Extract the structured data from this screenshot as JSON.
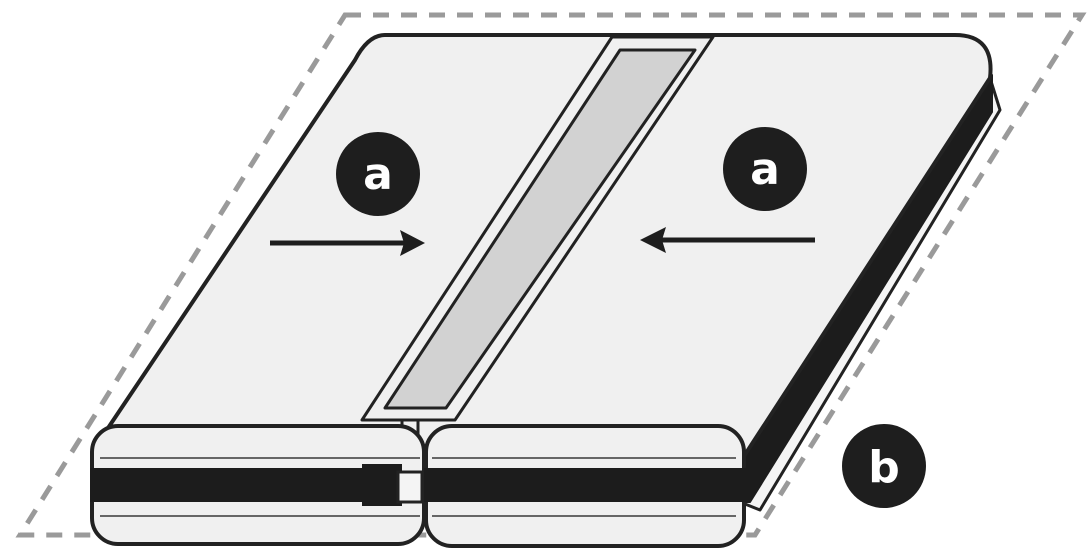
{
  "diagram": {
    "labels": {
      "left_marker": "a",
      "right_marker": "a",
      "corner_marker": "b"
    }
  },
  "colors": {
    "outline": "#222222",
    "panel_fill": "#f0f0f0",
    "strip_fill": "#d2d2d2",
    "edge_band": "#1c1c1c",
    "dashed_boundary": "#9a9a9a",
    "badge_fill": "#1e1e1e",
    "badge_text": "#ffffff"
  }
}
